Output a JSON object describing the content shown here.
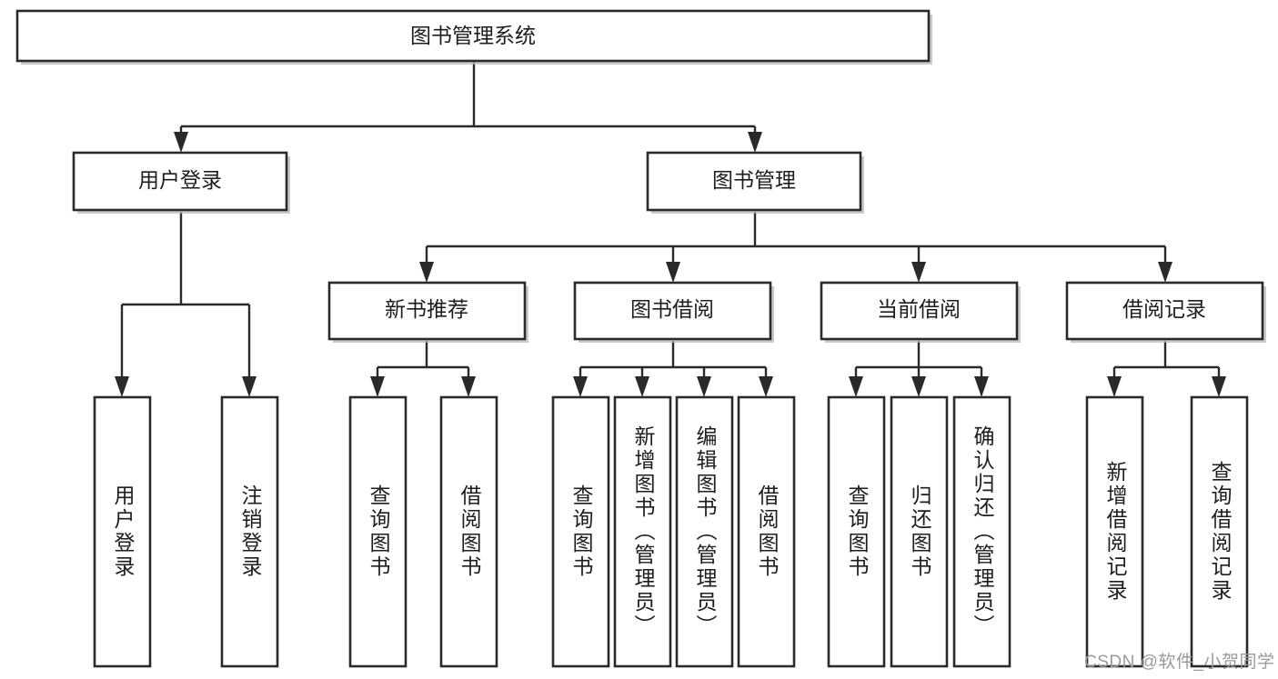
{
  "diagram": {
    "type": "tree-hierarchy-chart",
    "title_node": "图书管理系统",
    "colors": {
      "box_stroke": "#2a2a2a",
      "box_fill": "#ffffff",
      "edge": "#2a2a2a",
      "text": "#1d1d1d",
      "watermark": "#9a9a9a",
      "background": "#ffffff"
    },
    "root": {
      "label": "图书管理系统",
      "children": [
        {
          "label": "用户登录",
          "children": [
            {
              "label": "用户登录"
            },
            {
              "label": "注销登录"
            }
          ]
        },
        {
          "label": "图书管理",
          "children": [
            {
              "label": "新书推荐",
              "children": [
                {
                  "label": "查询图书"
                },
                {
                  "label": "借阅图书"
                }
              ]
            },
            {
              "label": "图书借阅",
              "children": [
                {
                  "label": "查询图书"
                },
                {
                  "label": "新增图书（管理员）"
                },
                {
                  "label": "编辑图书（管理员）"
                },
                {
                  "label": "借阅图书"
                }
              ]
            },
            {
              "label": "当前借阅",
              "children": [
                {
                  "label": "查询图书"
                },
                {
                  "label": "归还图书"
                },
                {
                  "label": "确认归还（管理员）"
                }
              ]
            },
            {
              "label": "借阅记录",
              "children": [
                {
                  "label": "新增借阅记录"
                },
                {
                  "label": "查询借阅记录"
                }
              ]
            }
          ]
        }
      ]
    },
    "nodes": {
      "root_title": "图书管理系统",
      "level1": {
        "user_login": "用户登录",
        "book_manage": "图书管理"
      },
      "level2": {
        "new_book_rec": "新书推荐",
        "book_borrow": "图书借阅",
        "current_borrow": "当前借阅",
        "borrow_record": "借阅记录"
      },
      "leaves": {
        "user_login_1": "用户登录",
        "user_login_2": "注销登录",
        "new_book_rec_1": "查询图书",
        "new_book_rec_2": "借阅图书",
        "book_borrow_1": "查询图书",
        "book_borrow_2": "新增图书（管理员）",
        "book_borrow_3": "编辑图书（管理员）",
        "book_borrow_4": "借阅图书",
        "current_borrow_1": "查询图书",
        "current_borrow_2": "归还图书",
        "current_borrow_3": "确认归还（管理员）",
        "borrow_record_1": "新增借阅记录",
        "borrow_record_2": "查询借阅记录"
      }
    }
  },
  "watermark": {
    "text": "CSDN @软件_小贺同学"
  }
}
